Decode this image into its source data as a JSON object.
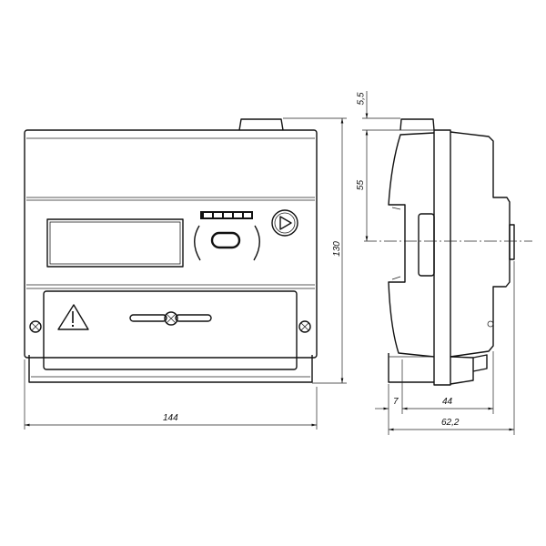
{
  "drawing": {
    "front_view": {
      "width_label": "144",
      "height_label": "130"
    },
    "side_view": {
      "top_offset_label": "5,5",
      "center_offset_label": "55",
      "front_depth_label": "7",
      "body_depth_label": "44",
      "total_depth_label": "62,2"
    }
  }
}
